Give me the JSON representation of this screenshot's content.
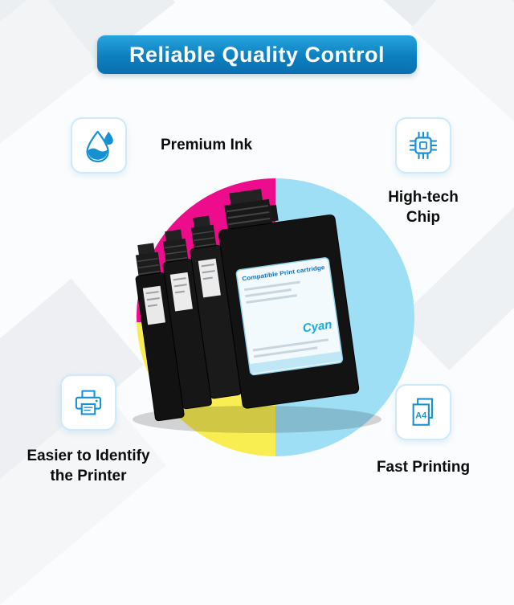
{
  "banner": {
    "title": "Reliable Quality Control"
  },
  "features": {
    "premium_ink": {
      "label": "Premium Ink",
      "icon": "ink-drop-icon"
    },
    "high_tech_chip": {
      "label": "High-tech Chip",
      "icon": "chip-icon"
    },
    "identify_printer": {
      "label": "Easier to Identify the Printer",
      "icon": "printer-icon"
    },
    "fast_printing": {
      "label": "Fast Printing",
      "icon": "a4-document-icon",
      "icon_text": "A4"
    }
  },
  "product": {
    "cartridge_count": 4,
    "label_title": "Compatible Print cartridge",
    "color_name": "Cyan"
  },
  "colors": {
    "banner_blue": "#0d7fc0",
    "icon_blue": "#1590d2",
    "wheel_magenta": "#ec0c8c",
    "wheel_yellow": "#f8ee52",
    "wheel_cyan": "#9edff6"
  }
}
